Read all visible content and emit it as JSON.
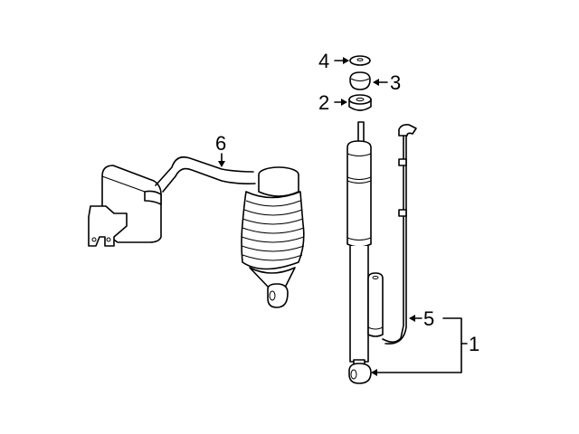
{
  "diagram": {
    "type": "exploded parts diagram",
    "subject": "rear air suspension / shock absorber assembly",
    "callouts": [
      {
        "id": "1",
        "label": "1",
        "points_to": "shock absorber assembly (bracket to 5 and shock lower eye)"
      },
      {
        "id": "2",
        "label": "2",
        "points_to": "lower mount bushing"
      },
      {
        "id": "3",
        "label": "3",
        "points_to": "cone bushing"
      },
      {
        "id": "4",
        "label": "4",
        "points_to": "washer"
      },
      {
        "id": "5",
        "label": "5",
        "points_to": "air line / reservoir"
      },
      {
        "id": "6",
        "label": "6",
        "points_to": "air spring with hose and reservoir"
      }
    ]
  }
}
